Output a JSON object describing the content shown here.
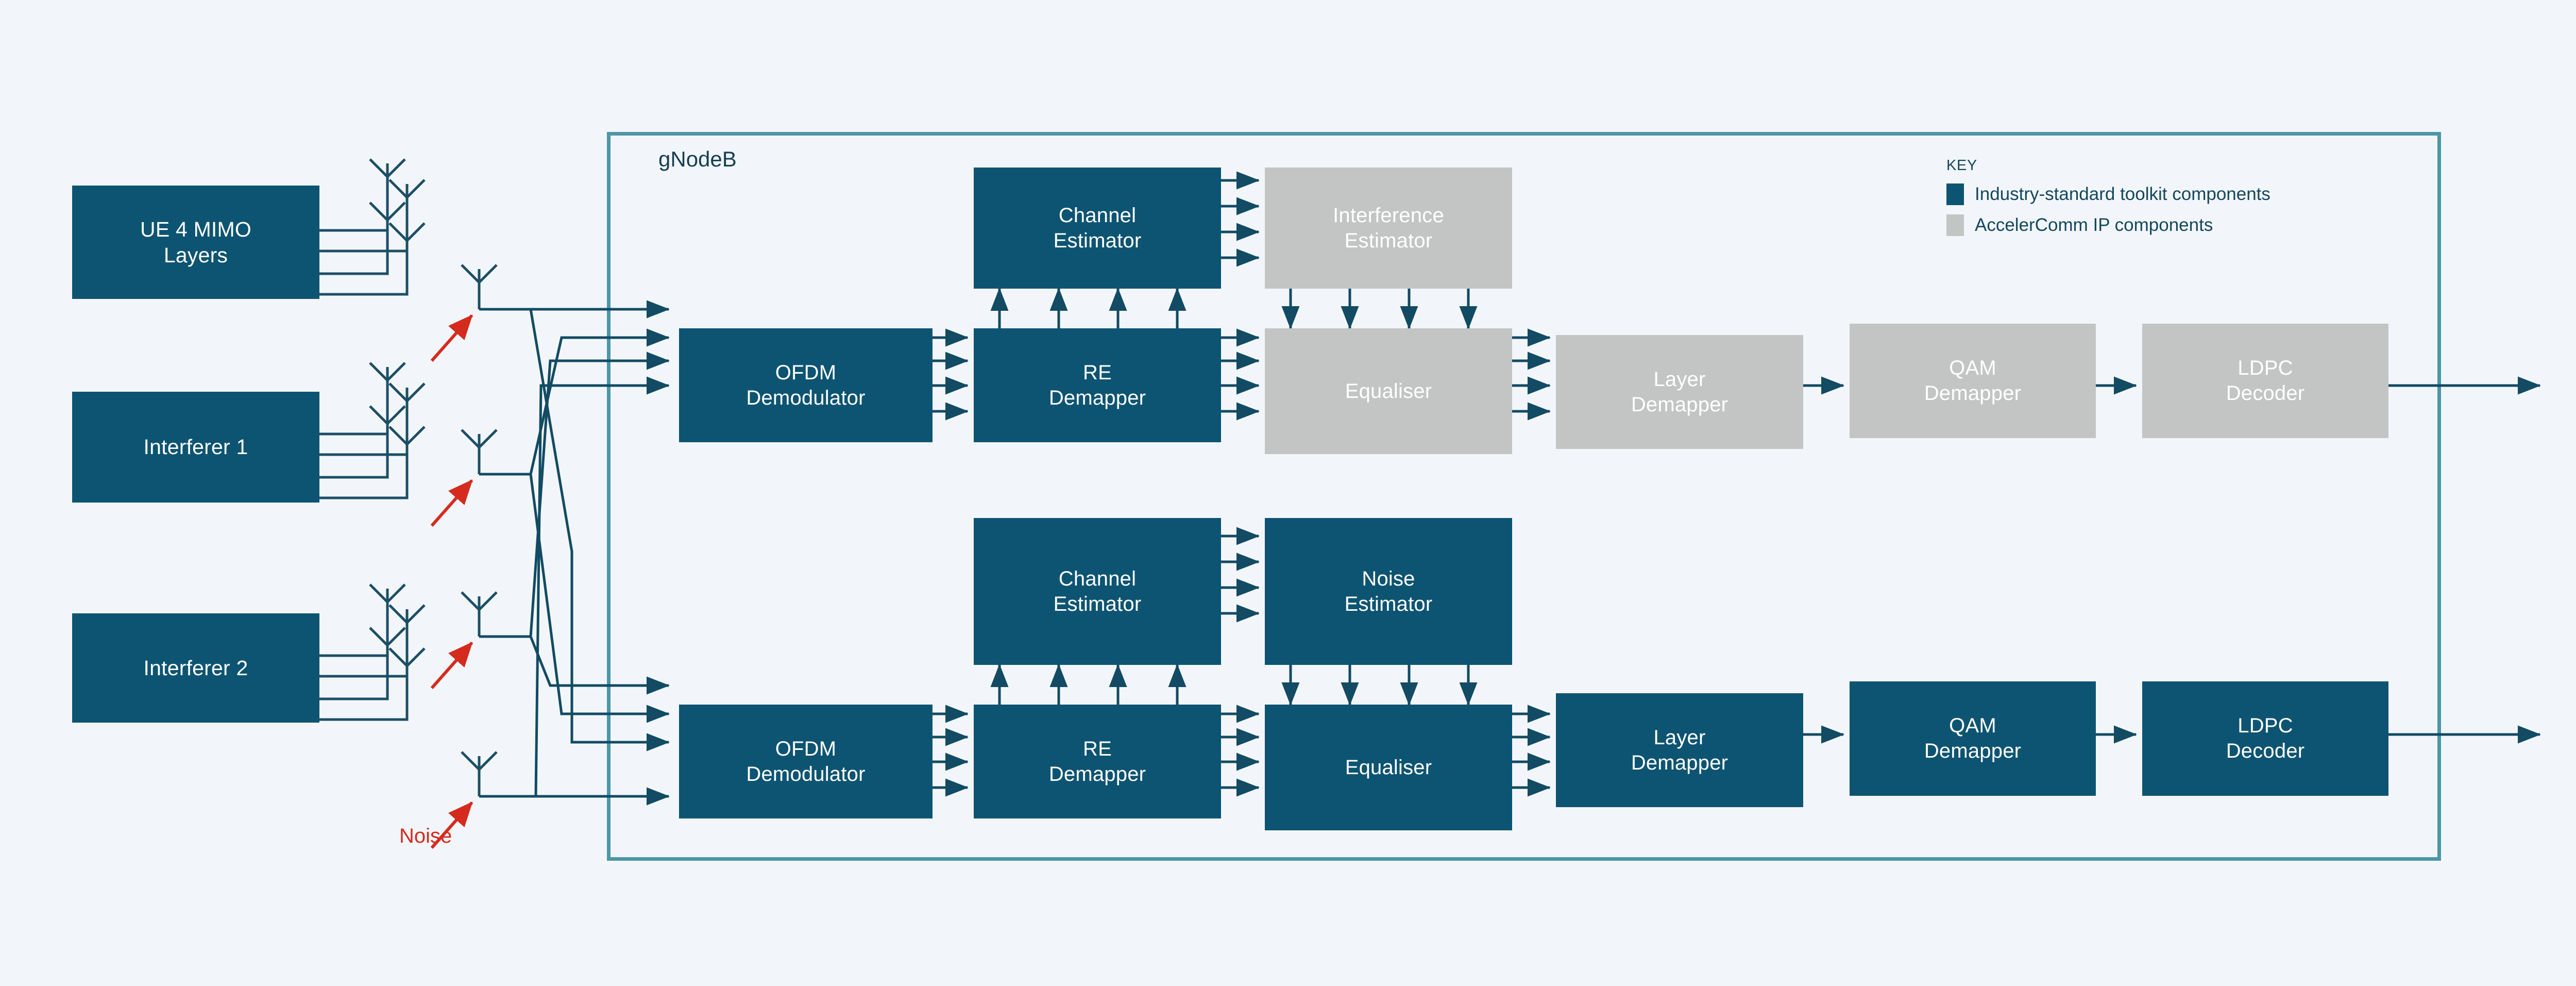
{
  "diagram": {
    "background_color": "#f2f6fa",
    "accent_blue": "#0d5472",
    "accent_grey": "#c3c4c4",
    "frame_teal": "#4d96a5",
    "noise_red": "#d52b1e"
  },
  "sources": [
    {
      "label": "UE 4 MIMO\nLayers",
      "antenna_count": 4
    },
    {
      "label": "Interferer 1",
      "antenna_count": 4
    },
    {
      "label": "Interferer 2",
      "antenna_count": 4
    }
  ],
  "receive_antennas": {
    "count": 4,
    "noise_arrow_count": 4
  },
  "noise": {
    "label": "Noise"
  },
  "gnodeb": {
    "label": "gNodeB"
  },
  "chains": [
    {
      "name": "chain-top",
      "blocks": [
        {
          "label": "OFDM\nDemodulator",
          "kind": "blue"
        },
        {
          "label": "RE\nDemapper",
          "kind": "blue"
        },
        {
          "label": "Equaliser",
          "kind": "grey"
        },
        {
          "label": "Layer\nDemapper",
          "kind": "grey"
        },
        {
          "label": "QAM\nDemapper",
          "kind": "grey"
        },
        {
          "label": "LDPC\nDecoder",
          "kind": "grey"
        }
      ],
      "estimators": [
        {
          "label": "Channel\nEstimator",
          "kind": "blue"
        },
        {
          "label": "Interference\nEstimator",
          "kind": "grey"
        }
      ]
    },
    {
      "name": "chain-bottom",
      "blocks": [
        {
          "label": "OFDM\nDemodulator",
          "kind": "blue"
        },
        {
          "label": "RE\nDemapper",
          "kind": "blue"
        },
        {
          "label": "Equaliser",
          "kind": "blue"
        },
        {
          "label": "Layer\nDemapper",
          "kind": "blue"
        },
        {
          "label": "QAM\nDemapper",
          "kind": "blue"
        },
        {
          "label": "LDPC\nDecoder",
          "kind": "blue"
        }
      ],
      "estimators": [
        {
          "label": "Channel\nEstimator",
          "kind": "blue"
        },
        {
          "label": "Noise\nEstimator",
          "kind": "blue"
        }
      ]
    }
  ],
  "key": {
    "title": "KEY",
    "items": [
      {
        "swatch": "blue",
        "label": "Industry-standard toolkit components"
      },
      {
        "swatch": "grey",
        "label": "AccelerComm IP components"
      }
    ]
  }
}
